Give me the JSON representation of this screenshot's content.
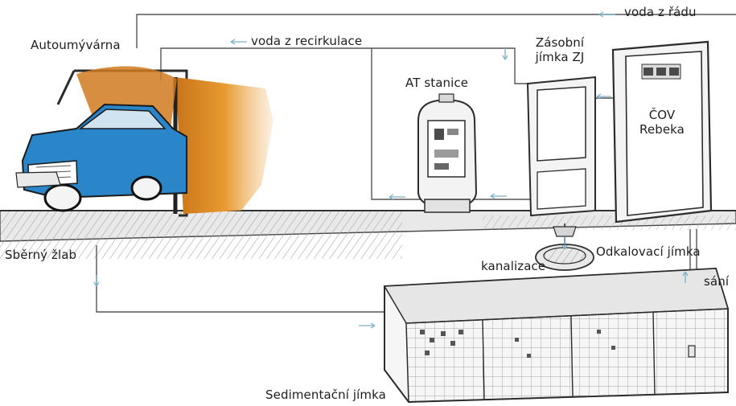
{
  "labels": {
    "voda_z_radu": "voda z řádu",
    "voda_z_recirkulace": "voda z recirkulace",
    "autoumyvarna": "Autoumývárna",
    "zasobni_jimka_line1": "Zásobní",
    "zasobni_jimka_line2": "jímka ZJ",
    "at_stanice": "AT stanice",
    "cov_line1": "ČOV",
    "cov_line2": "Rebeka",
    "sberny_zlab": "Sběrný žlab",
    "kanalizace": "kanalizace",
    "odkalovaci_jimka": "Odkalovací jímka",
    "sani": "sání",
    "sedimentacni_jimka": "Sedimentační jímka"
  },
  "colors": {
    "pipe": "#555555",
    "arrow": "#7ab0c8",
    "car_blue": "#2a86c8",
    "wash_orange": "#e08a1e",
    "ground_hatch": "#9a9a9a",
    "equipment_outline": "#2c2c2c"
  },
  "icons": {
    "flow_arrow": "arrow-icon"
  }
}
